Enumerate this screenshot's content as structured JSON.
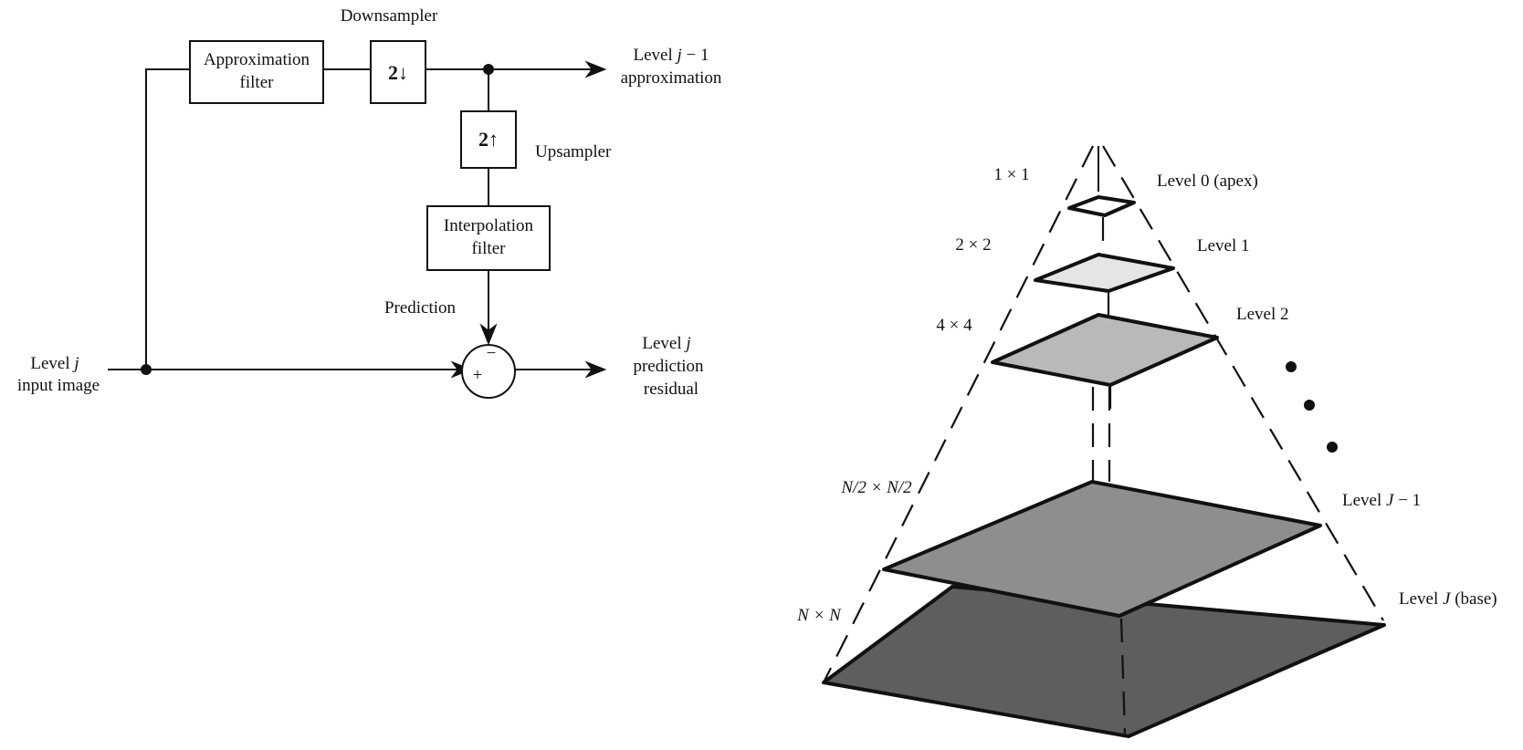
{
  "block_diagram": {
    "downsampler_label": "Downsampler",
    "upsampler_label": "Upsampler",
    "approx_filter": [
      "Approximation",
      "filter"
    ],
    "interp_filter": [
      "Interpolation",
      "filter"
    ],
    "down_symbol": "2↓",
    "up_symbol": "2↑",
    "prediction_label": "Prediction",
    "input": [
      "Level j",
      "input image"
    ],
    "approx_output": [
      "Level j − 1",
      "approximation"
    ],
    "residual_output": [
      "Level j",
      "prediction",
      "residual"
    ],
    "plus_sign": "+",
    "minus_sign": "−"
  },
  "pyramid": {
    "levels": [
      {
        "size": "1 × 1",
        "name": "Level 0 (apex)",
        "fill": "#ffffff"
      },
      {
        "size": "2 × 2",
        "name": "Level 1",
        "fill": "#e4e6e4"
      },
      {
        "size": "4 × 4",
        "name": "Level 2",
        "fill": "#b9b9b9"
      },
      {
        "size": "N/2 × N/2",
        "name": "Level J − 1",
        "fill": "#8e8e8e"
      },
      {
        "size": "N × N",
        "name": "Level J (base)",
        "fill": "#5e5e5e"
      }
    ]
  }
}
